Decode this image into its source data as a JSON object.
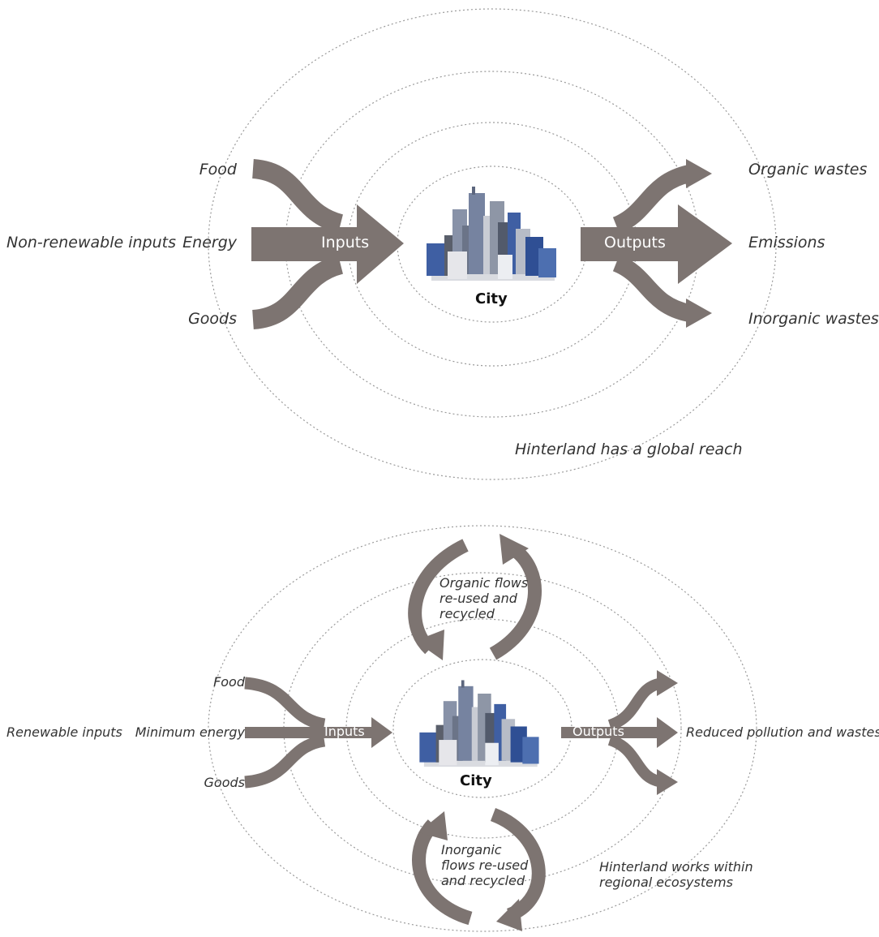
{
  "colors": {
    "arrow": "#7d7471",
    "ring": "#9a9a9a",
    "text": "#333333",
    "building_blue": "#4d6fb0"
  },
  "top": {
    "source_label": "Non-renewable inputs",
    "inputs": [
      "Food",
      "Energy",
      "Goods"
    ],
    "inputs_flow_label": "Inputs",
    "outputs_flow_label": "Outputs",
    "outputs": [
      "Organic wastes",
      "Emissions",
      "Inorganic wastes"
    ],
    "city_label": "City",
    "hinterland_note": "Hinterland has a global reach"
  },
  "bottom": {
    "source_label": "Renewable inputs",
    "inputs": [
      "Food",
      "Minimum energy",
      "Goods"
    ],
    "inputs_flow_label": "Inputs",
    "outputs_flow_label": "Outputs",
    "outputs_label": "Reduced pollution and wastes",
    "city_label": "City",
    "organic_loop_label": "Organic flows re-used and recycled",
    "inorganic_loop_label": "Inorganic flows re-used and recycled",
    "hinterland_note": "Hinterland works within regional ecosystems"
  }
}
